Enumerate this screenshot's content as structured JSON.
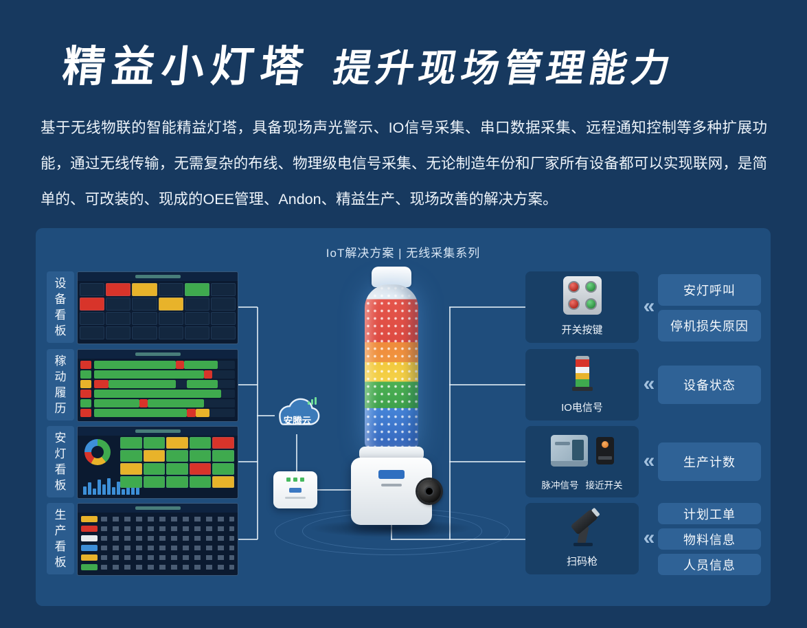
{
  "header": {
    "title_main": "精益小灯塔",
    "title_sub": "提升现场管理能力",
    "description": "基于无线物联的智能精益灯塔，具备现场声光警示、IO信号采集、串口数据采集、远程通知控制等多种扩展功能，通过无线传输，无需复杂的布线、物理级电信号采集、无论制造年份和厂家所有设备都可以实现联网，是简单的、可改装的、现成的OEE管理、Andon、精益生产、现场改善的解决方案。"
  },
  "diagram": {
    "title": "IoT解决方案 | 无线采集系列",
    "dashboards": [
      {
        "label": "设备看板"
      },
      {
        "label": "稼动履历"
      },
      {
        "label": "安灯看板"
      },
      {
        "label": "生产看板"
      }
    ],
    "cloud": {
      "label": "安腾云"
    },
    "devices": [
      {
        "label": "开关按键"
      },
      {
        "label": "IO电信号"
      },
      {
        "label_left": "脉冲信号",
        "label_right": "接近开关"
      },
      {
        "label": "扫码枪"
      }
    ],
    "outputs": [
      {
        "label": "安灯呼叫"
      },
      {
        "label": "停机损失原因"
      },
      {
        "label": "设备状态"
      },
      {
        "label": "生产计数"
      },
      {
        "label": "计划工单"
      },
      {
        "label": "物料信息"
      },
      {
        "label": "人员信息"
      }
    ],
    "arrow_glyph": "«"
  },
  "colors": {
    "page_background": "#17395F",
    "panel_background": "#1F4D7C",
    "device_box": "#183F66",
    "output_box": "#2F6296",
    "status_red": "#D8342A",
    "status_yellow": "#E8B32A",
    "status_green": "#3FAA4E",
    "status_blue": "#3D8FD8"
  },
  "colors_map": {
    "d": "#13273F",
    "r": "#D8342A",
    "y": "#E8B32A",
    "g": "#3FAA4E",
    "b": "#3D8FD8",
    "w": "#E8ECEF"
  },
  "thumbnails": {
    "equipment_grid": [
      "d",
      "r",
      "y",
      "d",
      "g",
      "d",
      "r",
      "d",
      "d",
      "y",
      "d",
      "d",
      "d",
      "d",
      "d",
      "d",
      "d",
      "d",
      "d",
      "d",
      "d",
      "d",
      "d",
      "d"
    ],
    "history_left": [
      "r",
      "g",
      "y",
      "r",
      "g",
      "r"
    ],
    "history_rows": [
      [
        [
          "g",
          58
        ],
        [
          "r",
          6
        ],
        [
          "g",
          24
        ],
        [
          "d",
          12
        ]
      ],
      [
        [
          "g",
          78
        ],
        [
          "r",
          6
        ],
        [
          "d",
          16
        ]
      ],
      [
        [
          "r",
          10
        ],
        [
          "g",
          48
        ],
        [
          "d",
          8
        ],
        [
          "g",
          22
        ],
        [
          "d",
          12
        ]
      ],
      [
        [
          "g",
          90
        ],
        [
          "d",
          10
        ]
      ],
      [
        [
          "g",
          32
        ],
        [
          "r",
          6
        ],
        [
          "g",
          40
        ],
        [
          "d",
          22
        ]
      ],
      [
        [
          "g",
          66
        ],
        [
          "r",
          6
        ],
        [
          "y",
          10
        ],
        [
          "d",
          18
        ]
      ]
    ],
    "andon_donut": [
      [
        "g",
        140
      ],
      [
        "y",
        70
      ],
      [
        "r",
        60
      ],
      [
        "b",
        90
      ]
    ],
    "andon_grid": [
      "g",
      "g",
      "y",
      "g",
      "r",
      "g",
      "y",
      "g",
      "g",
      "g",
      "y",
      "g",
      "g",
      "r",
      "g",
      "g",
      "g",
      "g",
      "g",
      "y"
    ],
    "andon_bars": [
      12,
      18,
      9,
      22,
      15,
      24,
      11,
      19,
      8,
      16,
      25,
      13
    ],
    "production_rows": [
      "y",
      "r",
      "w",
      "b",
      "y",
      "g"
    ]
  }
}
